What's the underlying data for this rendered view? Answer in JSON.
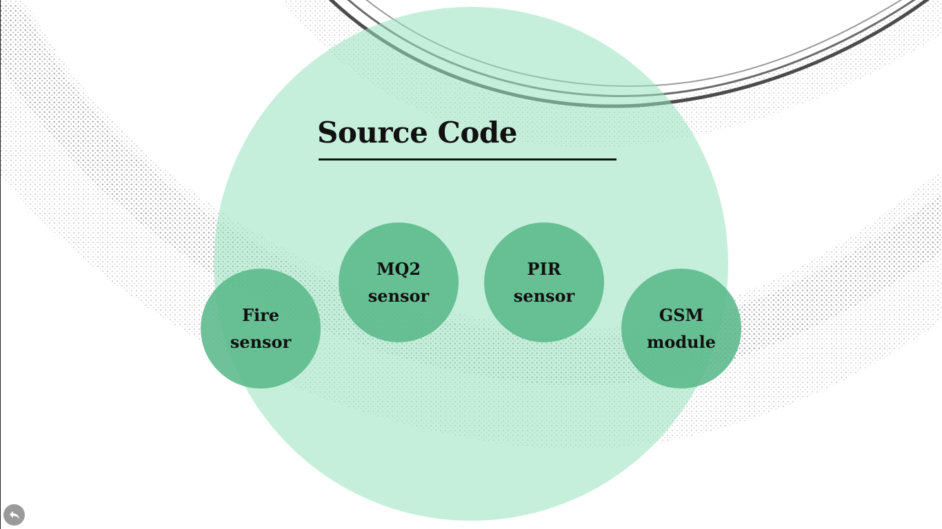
{
  "slide": {
    "title": "Source Code",
    "nodes": [
      {
        "line1": "Fire",
        "line2": "sensor"
      },
      {
        "line1": "MQ2",
        "line2": "sensor"
      },
      {
        "line1": "PIR",
        "line2": "sensor"
      },
      {
        "line1": "GSM",
        "line2": "module"
      }
    ]
  },
  "controls": {
    "back_icon": "back-arrow-icon"
  },
  "colors": {
    "big_circle": "#96E2BE",
    "node_circle": "#5AB88A",
    "text": "#111111",
    "back_button": "#9A9A9A"
  }
}
